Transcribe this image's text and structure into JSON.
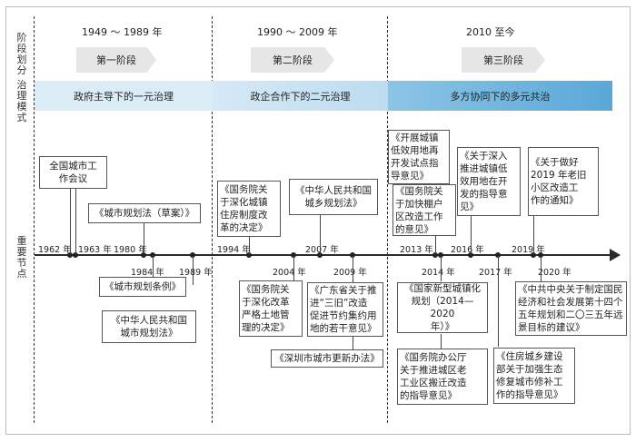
{
  "side_labels": {
    "stage_division": "阶\n段\n划\n分",
    "governance_mode": "治\n理\n模\n式",
    "key_nodes": "重\n要\n节\n点"
  },
  "periods": [
    {
      "label": "1949 ～ 1989 年",
      "stage": "第一阶段",
      "mode": "政府主导下的一元治理"
    },
    {
      "label": "1990 ～ 2009 年",
      "stage": "第二阶段",
      "mode": "政企合作下的二元治理"
    },
    {
      "label": "2010 至今",
      "stage": "第三阶段",
      "mode": "多方协同下的多元共治"
    }
  ],
  "colors": {
    "band_left": "#dcecf7",
    "band_mid": "#c5e0f1",
    "band_right": "#6fb4dd",
    "stage_fill": "#e6e6e6",
    "axis": "#2b2b2b"
  },
  "years": {
    "y1962": "1962 年",
    "y1963": "1963 年",
    "y1980": "1980 年",
    "y1984": "1984 年",
    "y1989": "1989 年",
    "y1994": "1994 年",
    "y2004": "2004 年",
    "y2007": "2007 年",
    "y2009": "2009 年",
    "y2013": "2013 年",
    "y2014": "2014 年",
    "y2016": "2016 年",
    "y2017": "2017 年",
    "y2019": "2019 年",
    "y2020": "2020 年"
  },
  "events": {
    "e1962": "全国城市工\n作会议",
    "e1963": "《城市规划法（草案）》",
    "e1984": "《城市规划条例》",
    "e1989": "《中华人民共和国\n城市规划法》",
    "e1994": "《国务院关\n于深化城镇\n住房制度改\n革的决定》",
    "e2004": "《国务院关\n于深化改革\n严格土地管\n理的决定》",
    "e2007": "《中华人民共和国\n城乡规划法》",
    "e2009a": "《广东省关于推\n进“三旧”改造\n促进节约集约用\n地的若干意见》",
    "e2009b": "《深圳市城市更新办法》",
    "e2013a": "《开展城镇\n低效用地再\n开发试点指\n导意见》",
    "e2013b": "《国务院关\n于加快棚户\n区改造工作\n的意见》",
    "e2014a": "《国家新型城镇化\n规划（2014—2020\n年）》",
    "e2014b": "《国务院办公厅\n关于推进城区老\n工业区搬迁改造\n的指导意见》",
    "e2016": "《关于深入\n推进城镇低\n效用地在开\n发的指导意\n见》",
    "e2017": "《住房城乡建设\n部关于加强生态\n修复城市修补工\n作的指导意见》",
    "e2019": "《关于做好\n2019 年老旧\n小区改造工\n作的通知》",
    "e2020": "《中共中央关于制定国民\n经济和社会发展第十四个\n五年规划和二〇三五年远\n景目标的建议》"
  }
}
